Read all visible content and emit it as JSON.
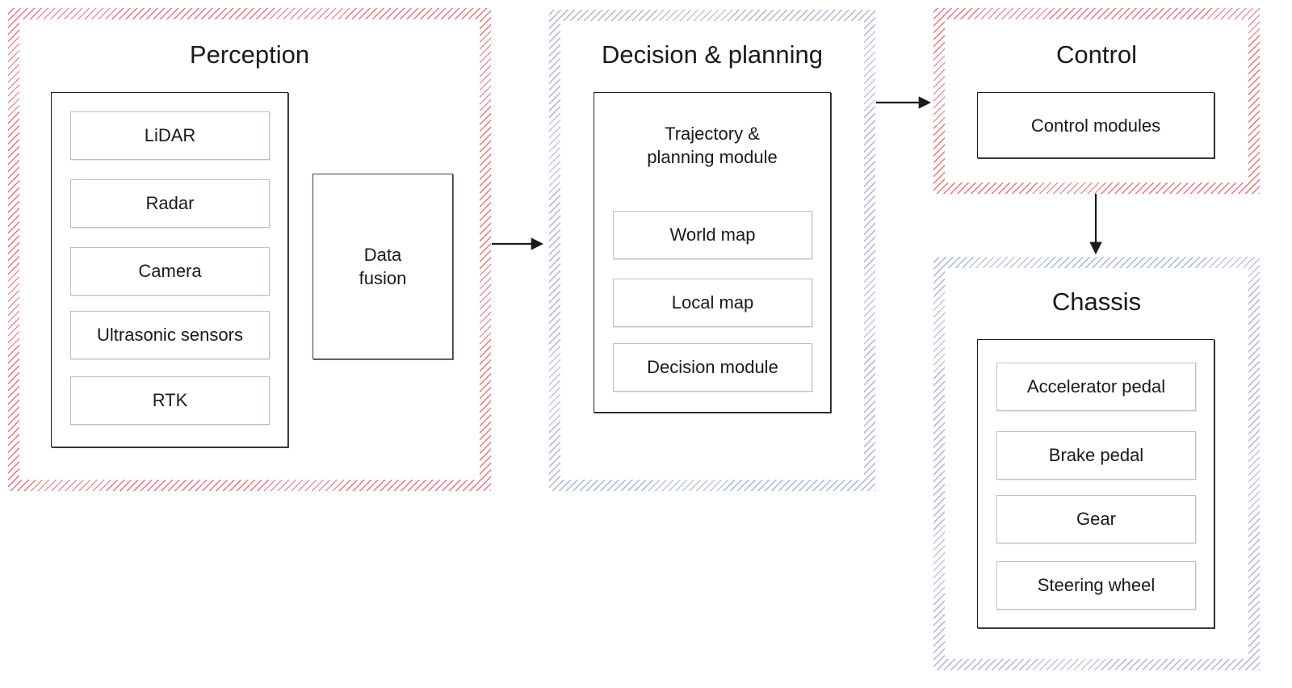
{
  "perception": {
    "title": "Perception",
    "sensors": [
      "LiDAR",
      "Radar",
      "Camera",
      "Ultrasonic sensors",
      "RTK"
    ],
    "fusion_label": "Data\nfusion"
  },
  "decision": {
    "title": "Decision & planning",
    "module_label": "Trajectory &\nplanning module",
    "items": [
      "World map",
      "Local map",
      "Decision module"
    ]
  },
  "control": {
    "title": "Control",
    "module_label": "Control modules"
  },
  "chassis": {
    "title": "Chassis",
    "items": [
      "Accelerator pedal",
      "Brake pedal",
      "Gear",
      "Steering wheel"
    ]
  },
  "colors": {
    "perception_hatch": "#e85c66",
    "control_hatch": "#e85c66",
    "decision_hatch": "#a8b0d4",
    "chassis_hatch": "#a8b0d4",
    "arrow": "#1a1a1a"
  },
  "arrows": [
    {
      "from": "perception",
      "to": "decision"
    },
    {
      "from": "decision",
      "to": "control"
    },
    {
      "from": "control",
      "to": "chassis"
    }
  ]
}
